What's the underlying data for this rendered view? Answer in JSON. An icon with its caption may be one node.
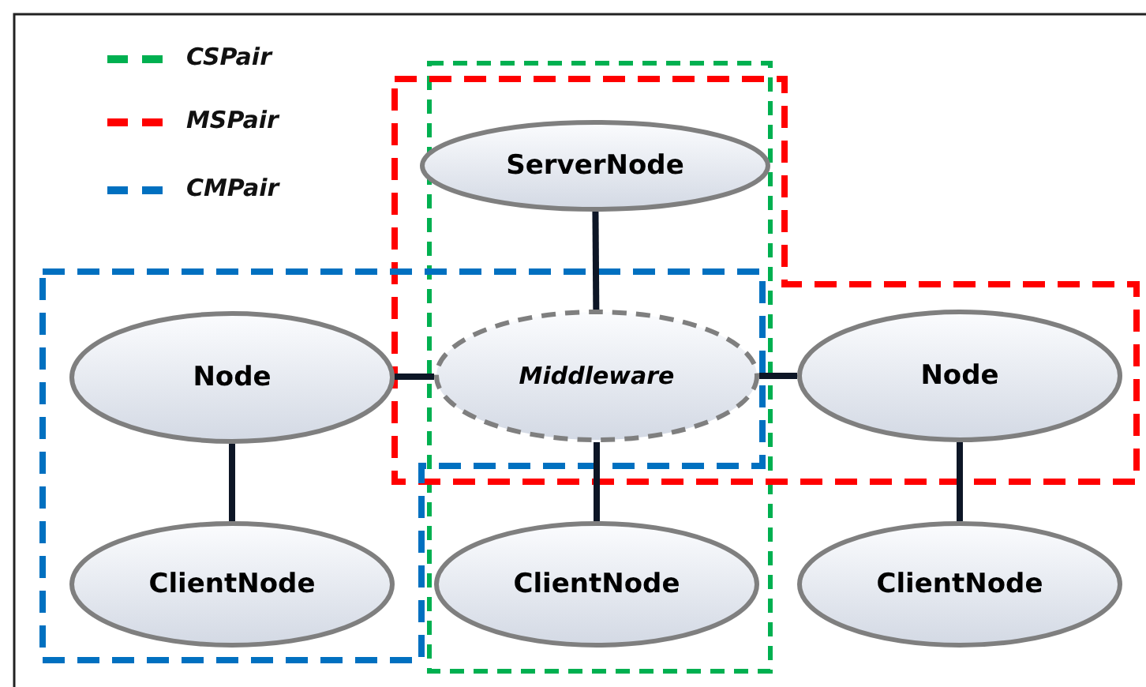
{
  "diagram": {
    "nodes": [
      {
        "text": [
          "ServerNode"
        ]
      },
      {
        "text": [
          "Node"
        ]
      },
      {
        "text": [
          "Middleware"
        ]
      },
      {
        "text": [
          "Node"
        ]
      },
      {
        "text": [
          "ClientNode"
        ]
      },
      {
        "text": [
          "ClientNode"
        ]
      },
      {
        "text": [
          "ClientNode"
        ]
      }
    ],
    "edges": [
      {
        "from": 0,
        "to": 2,
        "arrow": "none"
      },
      {
        "from": 1,
        "to": 2,
        "arrow": "none"
      },
      {
        "from": 2,
        "to": 3,
        "arrow": "none"
      },
      {
        "from": 1,
        "to": 4,
        "arrow": "none"
      },
      {
        "from": 2,
        "to": 5,
        "arrow": "none"
      },
      {
        "from": 3,
        "to": 6,
        "arrow": "none"
      }
    ],
    "legend": [
      {
        "text": "CSPair",
        "color": "#00b050"
      },
      {
        "text": "MSPair",
        "color": "#ff0000"
      },
      {
        "text": "CMPair",
        "color": "#0070c0"
      }
    ]
  }
}
